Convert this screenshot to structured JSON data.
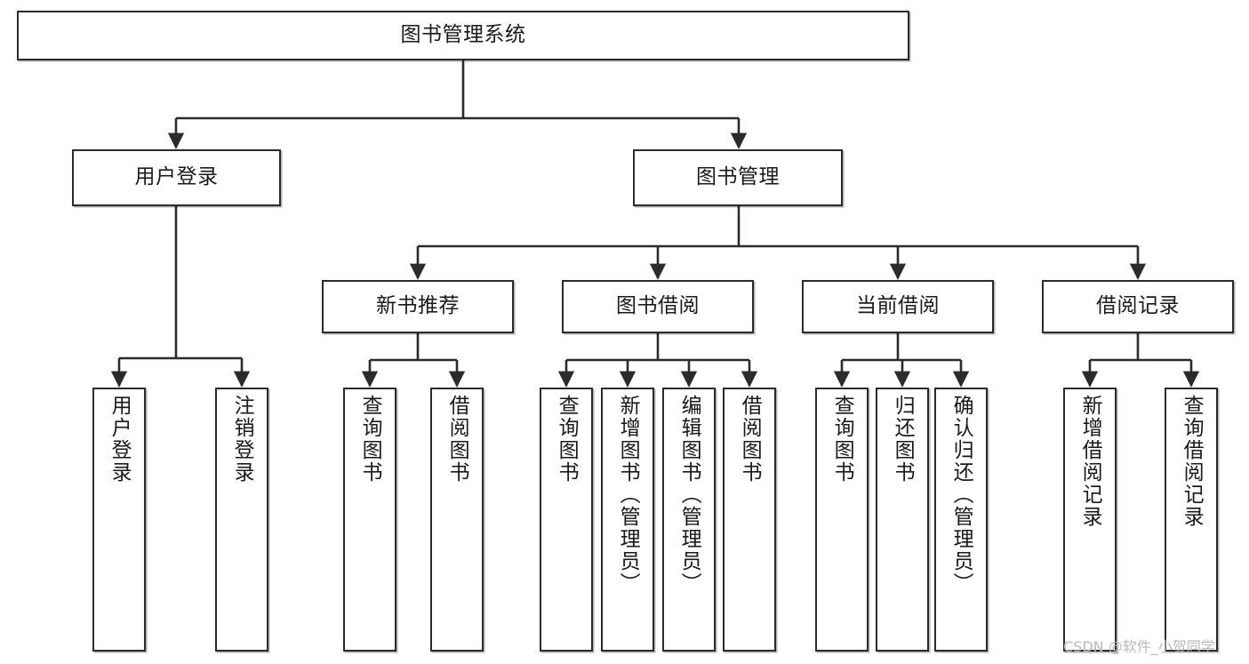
{
  "diagram": {
    "kind": "tree-hierarchy-chart",
    "title": "图书管理系统",
    "stroke_color": "#2b2b2b",
    "fill_color": "#ffffff",
    "text_color": "#1a1a1a",
    "watermark": "CSDN @软件_小贺同学",
    "levels": {
      "root": [
        "图书管理系统"
      ],
      "level2": [
        "用户登录",
        "图书管理"
      ],
      "level3": [
        "新书推荐",
        "图书借阅",
        "当前借阅",
        "借阅记录"
      ],
      "leaves": [
        "用户登录",
        "注销登录",
        "查询图书",
        "借阅图书",
        "查询图书",
        "新增图书（管理员）",
        "编辑图书（管理员）",
        "借阅图书",
        "查询图书",
        "归还图书",
        "确认归还（管理员）",
        "新增借阅记录",
        "查询借阅记录"
      ]
    },
    "nodes": {
      "root": {
        "label": "图书管理系统"
      },
      "user_login": {
        "label": "用户登录"
      },
      "book_manage": {
        "label": "图书管理"
      },
      "new_book_rec": {
        "label": "新书推荐"
      },
      "book_borrow": {
        "label": "图书借阅"
      },
      "current_borrow": {
        "label": "当前借阅"
      },
      "borrow_record": {
        "label": "借阅记录"
      },
      "leaf_user_login": {
        "label": "用户登录"
      },
      "leaf_logout": {
        "label": "注销登录"
      },
      "leaf_query_book_1": {
        "label": "查询图书"
      },
      "leaf_borrow_book_1": {
        "label": "借阅图书"
      },
      "leaf_query_book_2": {
        "label": "查询图书"
      },
      "leaf_add_book": {
        "label": "新增图书（管理员）"
      },
      "leaf_edit_book": {
        "label": "编辑图书（管理员）"
      },
      "leaf_borrow_book_2": {
        "label": "借阅图书"
      },
      "leaf_query_book_3": {
        "label": "查询图书"
      },
      "leaf_return_book": {
        "label": "归还图书"
      },
      "leaf_confirm_return": {
        "label": "确认归还（管理员）"
      },
      "leaf_add_record": {
        "label": "新增借阅记录"
      },
      "leaf_query_record": {
        "label": "查询借阅记录"
      }
    },
    "edges": [
      {
        "from": "root",
        "to": "user_login"
      },
      {
        "from": "root",
        "to": "book_manage"
      },
      {
        "from": "user_login",
        "to": "leaf_user_login"
      },
      {
        "from": "user_login",
        "to": "leaf_logout"
      },
      {
        "from": "book_manage",
        "to": "new_book_rec"
      },
      {
        "from": "book_manage",
        "to": "book_borrow"
      },
      {
        "from": "book_manage",
        "to": "current_borrow"
      },
      {
        "from": "book_manage",
        "to": "borrow_record"
      },
      {
        "from": "new_book_rec",
        "to": "leaf_query_book_1"
      },
      {
        "from": "new_book_rec",
        "to": "leaf_borrow_book_1"
      },
      {
        "from": "book_borrow",
        "to": "leaf_query_book_2"
      },
      {
        "from": "book_borrow",
        "to": "leaf_add_book"
      },
      {
        "from": "book_borrow",
        "to": "leaf_edit_book"
      },
      {
        "from": "book_borrow",
        "to": "leaf_borrow_book_2"
      },
      {
        "from": "current_borrow",
        "to": "leaf_query_book_3"
      },
      {
        "from": "current_borrow",
        "to": "leaf_return_book"
      },
      {
        "from": "current_borrow",
        "to": "leaf_confirm_return"
      },
      {
        "from": "borrow_record",
        "to": "leaf_add_record"
      },
      {
        "from": "borrow_record",
        "to": "leaf_query_record"
      }
    ]
  }
}
